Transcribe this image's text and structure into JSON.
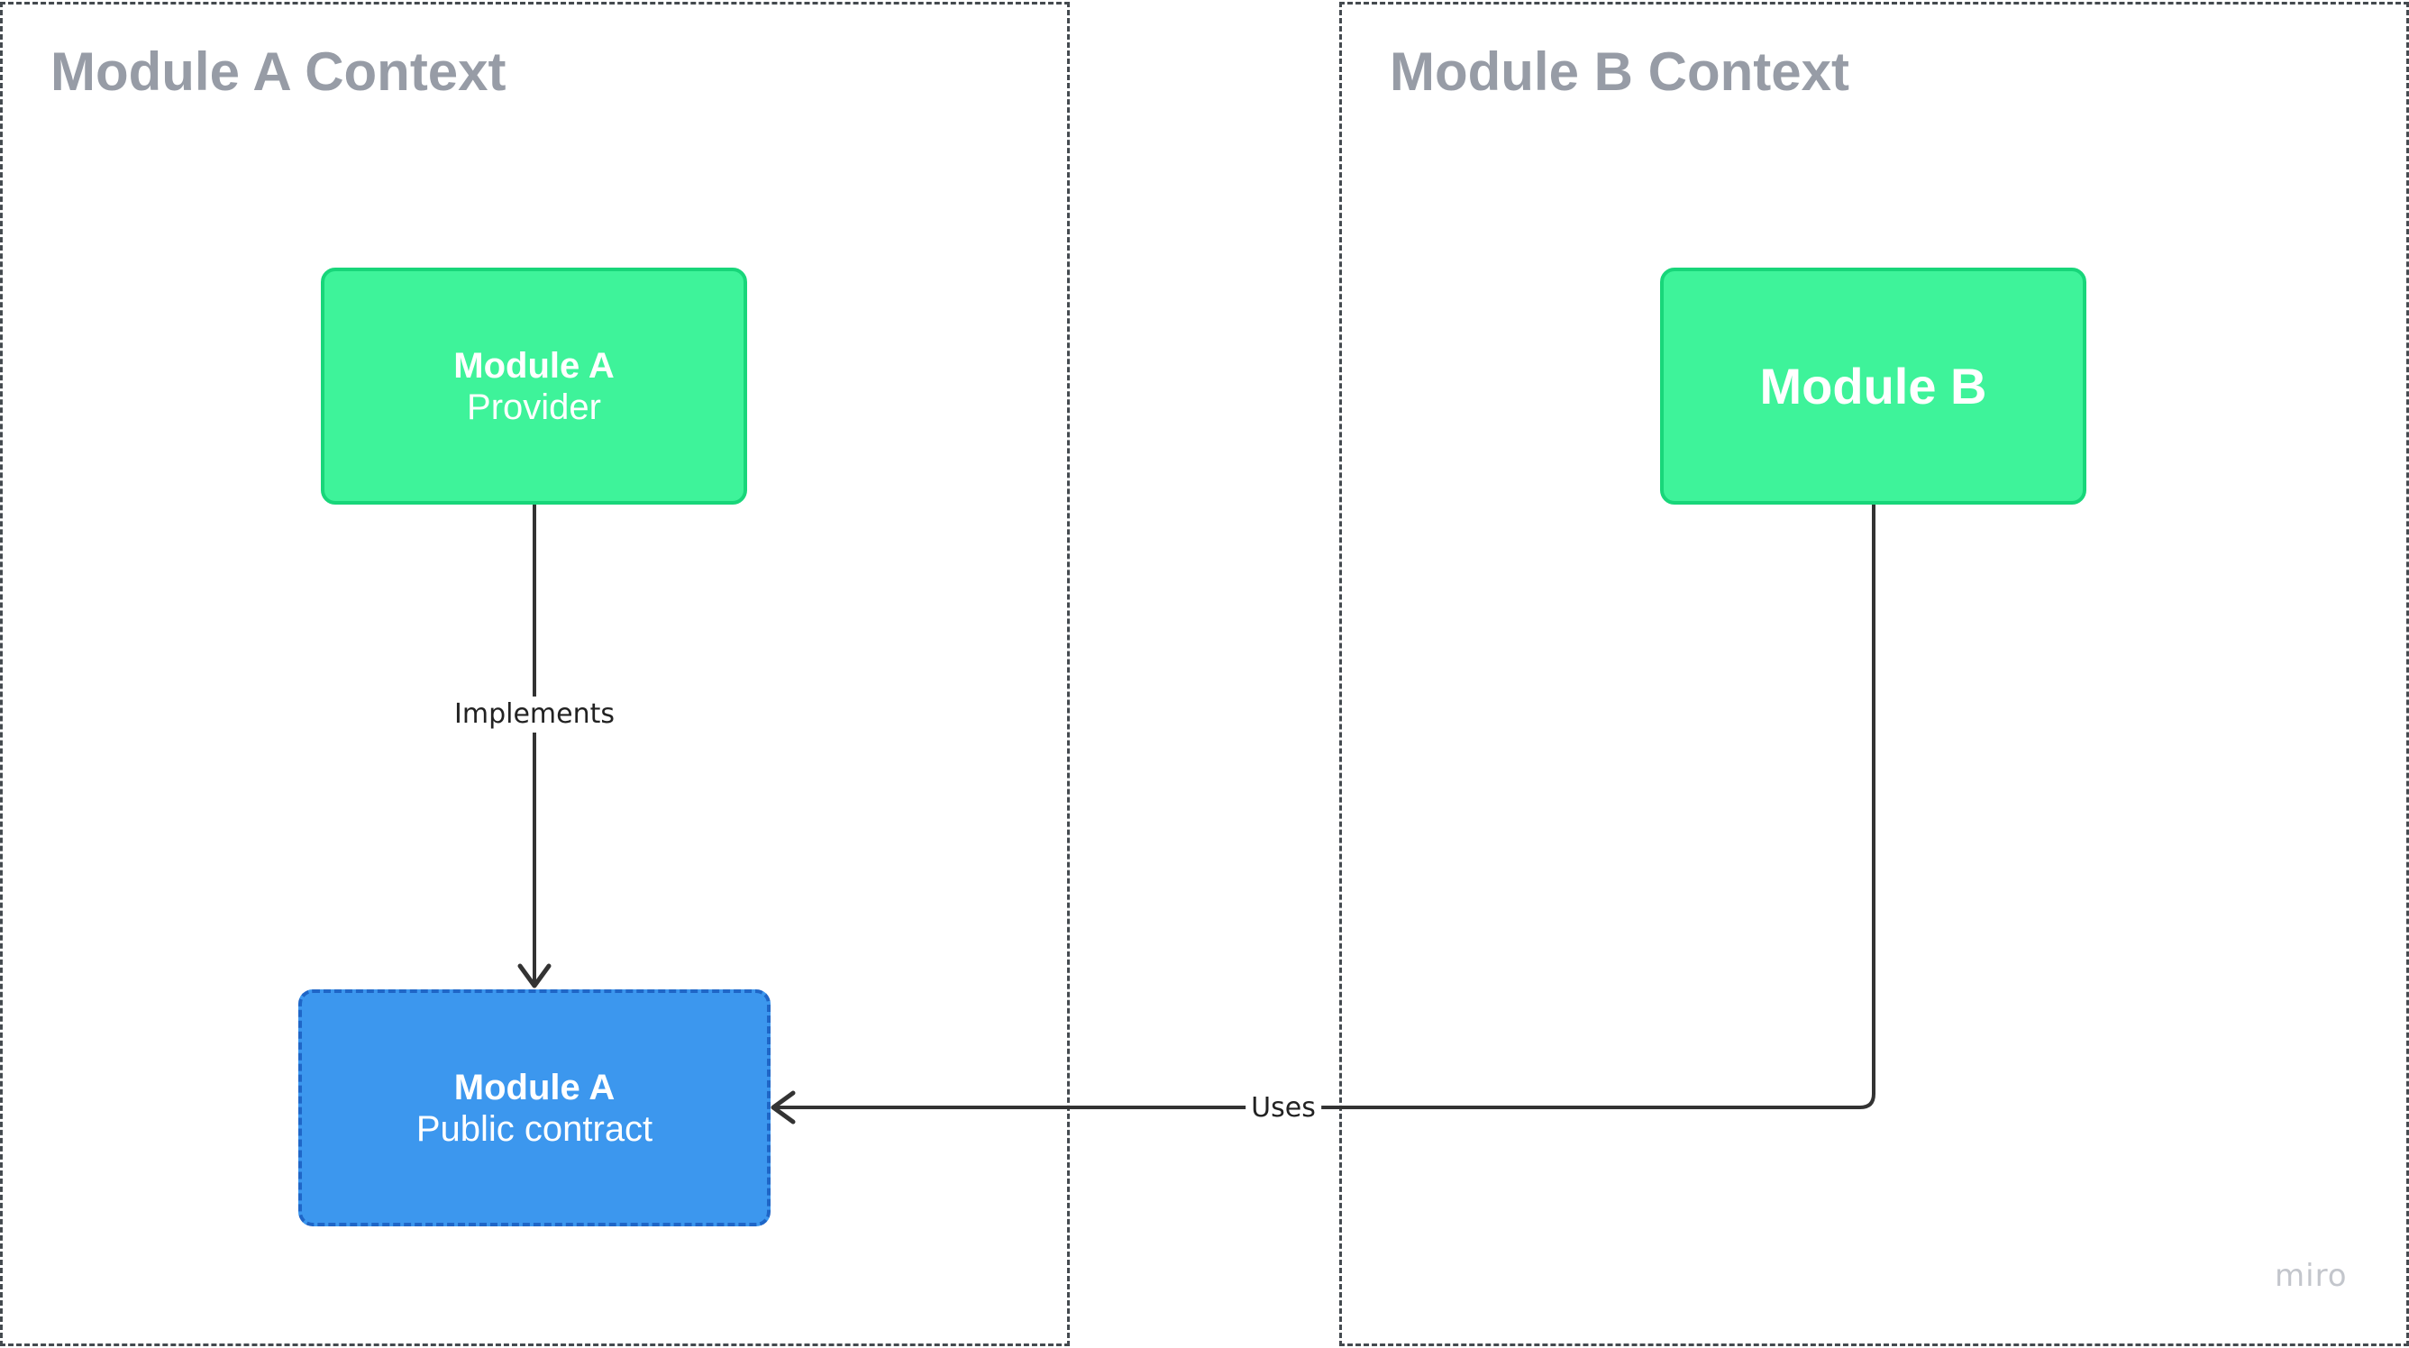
{
  "contexts": {
    "a": {
      "title": "Module A Context"
    },
    "b": {
      "title": "Module B Context"
    }
  },
  "nodes": {
    "provider": {
      "title": "Module A",
      "subtitle": "Provider",
      "color": "#3ef39a"
    },
    "module_b": {
      "title": "Module B",
      "color": "#3ef39a"
    },
    "contract": {
      "title": "Module A",
      "subtitle": "Public contract",
      "color": "#3c97ee"
    }
  },
  "edges": {
    "implements": {
      "label": "Implements",
      "from": "Module A Provider",
      "to": "Module A Public contract"
    },
    "uses": {
      "label": "Uses",
      "from": "Module B",
      "to": "Module A Public contract"
    }
  },
  "watermark": "miro",
  "colors": {
    "context_title": "#979ca6",
    "edge": "#333333",
    "border_dashed": "#444a4f"
  }
}
